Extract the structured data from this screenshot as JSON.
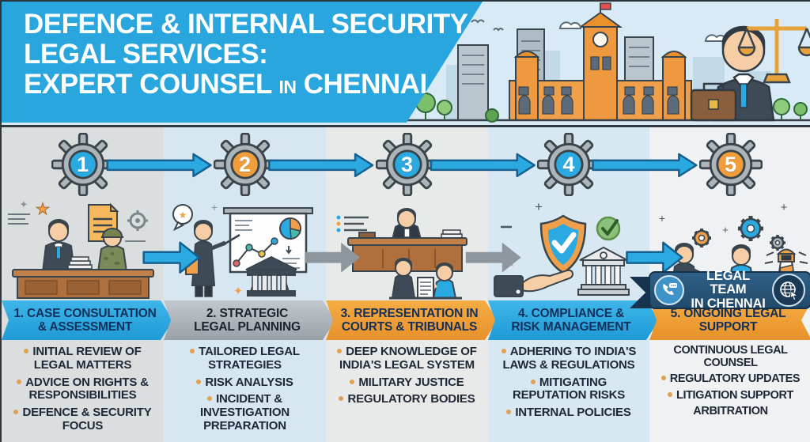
{
  "header": {
    "title_line1": "DEFENCE & INTERNAL SECURITY",
    "title_line2": "LEGAL SERVICES:",
    "title_line3_a": "EXPERT COUNSEL",
    "title_line3_in": "IN",
    "title_line3_b": "CHENNAI",
    "band_color": "#29A6DD",
    "sky_color": "#D8EAF5",
    "icons": [
      "chennai-central-station",
      "city-buildings",
      "lawyer-with-briefcase",
      "scales-of-justice",
      "trees",
      "clouds",
      "birds"
    ]
  },
  "steps": [
    {
      "number": "1",
      "accent_color": "#2BAAE2",
      "banner_color": "#2BAAE2",
      "banner_line1": "1. CASE CONSULTATION",
      "banner_line2": "& ASSESSMENT",
      "bullets": [
        "INITIAL REVIEW OF LEGAL MATTERS",
        "ADVICE ON RIGHTS & RESPONSIBILITIES",
        "DEFENCE & SECURITY FOCUS"
      ],
      "illustration": "lawyer-and-soldier-consultation-desk"
    },
    {
      "number": "2",
      "accent_color": "#F09E3C",
      "banner_color": "#A9B1B7",
      "banner_line1": "2. STRATEGIC",
      "banner_line2": "LEGAL PLANNING",
      "bullets": [
        "TAILORED LEGAL STRATEGIES",
        "RISK ANALYSIS",
        "INCIDENT & INVESTIGATION PREPARATION"
      ],
      "illustration": "lawyer-presenting-strategy-board"
    },
    {
      "number": "3",
      "accent_color": "#2BAAE2",
      "banner_color": "#F2A237",
      "banner_line1": "3. REPRESENTATION IN",
      "banner_line2": "COURTS & TRIBUNALS",
      "bullets": [
        "DEEP KNOWLEDGE OF INDIA'S LEGAL SYSTEM",
        "MILITARY JUSTICE",
        "REGULATORY BODIES"
      ],
      "illustration": "judge-and-courtroom-scene"
    },
    {
      "number": "4",
      "accent_color": "#2BAAE2",
      "banner_color": "#2BAAE2",
      "banner_line1": "4. COMPLIANCE &",
      "banner_line2": "RISK MANAGEMENT",
      "bullets": [
        "ADHERING TO INDIA'S LAWS & REGULATIONS",
        "MITIGATING REPUTATION RISKS",
        "INTERNAL POLICIES"
      ],
      "illustration": "hand-holding-compliance-shield"
    },
    {
      "number": "5",
      "accent_color": "#F09E3C",
      "banner_color": "#F2A237",
      "banner_line1": "5. ONGOING LEGAL",
      "banner_line2": "SUPPORT",
      "bullets": [
        "CONTINUOUS LEGAL COUNSEL",
        "REGULATORY UPDATES",
        "LITIGATION SUPPORT",
        "ARBITRATION"
      ],
      "illustration": "handshake-ongoing-support"
    }
  ],
  "flow": {
    "top_arrow_color": "#2BAAE2",
    "mid_arrow_colors": [
      "#2BAAE2",
      "#8E979D",
      "#8E979D",
      "#2BAAE2"
    ]
  },
  "footer_ribbon": {
    "line1": "LEGAL TEAM",
    "line2": "IN CHENNAI",
    "color": "#245076",
    "icons": [
      "phone-chat-icon",
      "globe-cursor-icon"
    ]
  }
}
